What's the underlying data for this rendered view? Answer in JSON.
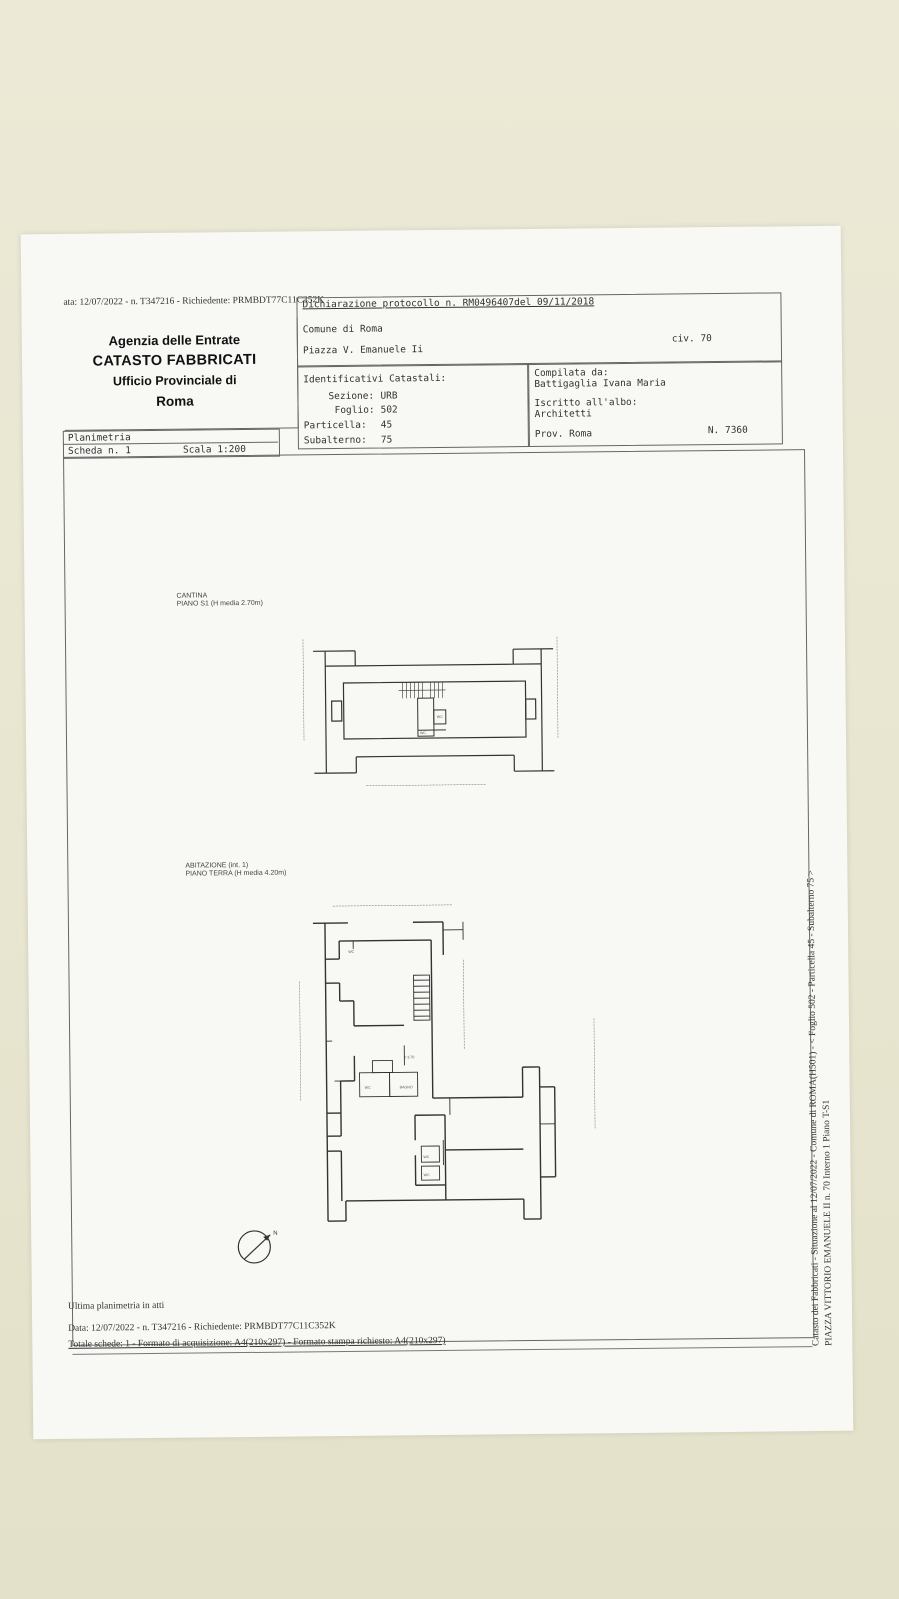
{
  "header": {
    "top_line": "ata: 12/07/2022 - n. T347216 - Richiedente: PRMBDT77C11C352K"
  },
  "agency": {
    "line1": "Agenzia delle Entrate",
    "line2": "CATASTO FABBRICATI",
    "line3": "Ufficio Provinciale di",
    "line4": "Roma"
  },
  "declaration": {
    "protocol": "Dichiarazione protocollo n. RM0496407del  09/11/2018",
    "comune": "Comune di Roma",
    "address": "Piazza V. Emanuele Ii",
    "civ": "civ. 70"
  },
  "identificativi": {
    "title": "Identificativi Catastali:",
    "sezione_label": "Sezione:",
    "sezione_value": "URB",
    "foglio_label": "Foglio:",
    "foglio_value": "502",
    "particella_label": "Particella:",
    "particella_value": "45",
    "subalterno_label": "Subalterno:",
    "subalterno_value": "75"
  },
  "compiler": {
    "compilata_label": "Compilata da:",
    "compilata_value": "Battigaglia Ivana Maria",
    "albo_label": "Iscritto all'albo:",
    "albo_value": "Architetti",
    "prov": "Prov. Roma",
    "number": "N. 7360"
  },
  "planimetria": {
    "title": "Planimetria",
    "scheda": "Scheda n. 1",
    "scala": "Scala 1:200"
  },
  "plans": {
    "cantina_label1": "CANTINA",
    "cantina_label2": "PIANO S1 (H media 2.70m)",
    "abitazione_label1": "ABITAZIONE (int. 1)",
    "abitazione_label2": "PIANO TERRA (H media 4.20m)",
    "wc": "WC",
    "bagno": "BAGNO",
    "h_label": "h 3,70",
    "north": "N"
  },
  "footer": {
    "line1": "Ultima planimetria in atti",
    "line2": "Data: 12/07/2022 - n. T347216 - Richiedente: PRMBDT77C11C352K",
    "line3": "Totale schede: 1 - Formato di acquisizione: A4(210x297) - Formato stampa richiesto: A4(210x297)"
  },
  "side_text": {
    "line1": "Catasto dei Fabbricati - Situazione al 12/07/2022 - Comune di ROMA(H501) - < Foglio 502 - Particella 45 - Subalterno 75 >",
    "line2": "PIAZZA VITTORIO EMANUELE II n. 70 Interno 1 Piano T-S1"
  }
}
